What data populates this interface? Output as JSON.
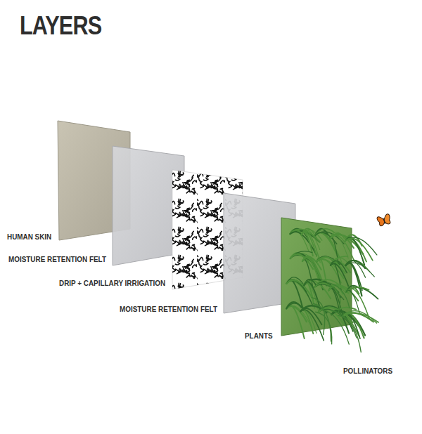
{
  "diagram": {
    "title": "LAYERS",
    "labels": [
      "HUMAN SKIN",
      "MOISTURE RETENTION FELT",
      "DRIP + CAPILLARY IRRIGATION",
      "MOISTURE RETENTION FELT",
      "PLANTS",
      "POLLINATORS"
    ]
  }
}
